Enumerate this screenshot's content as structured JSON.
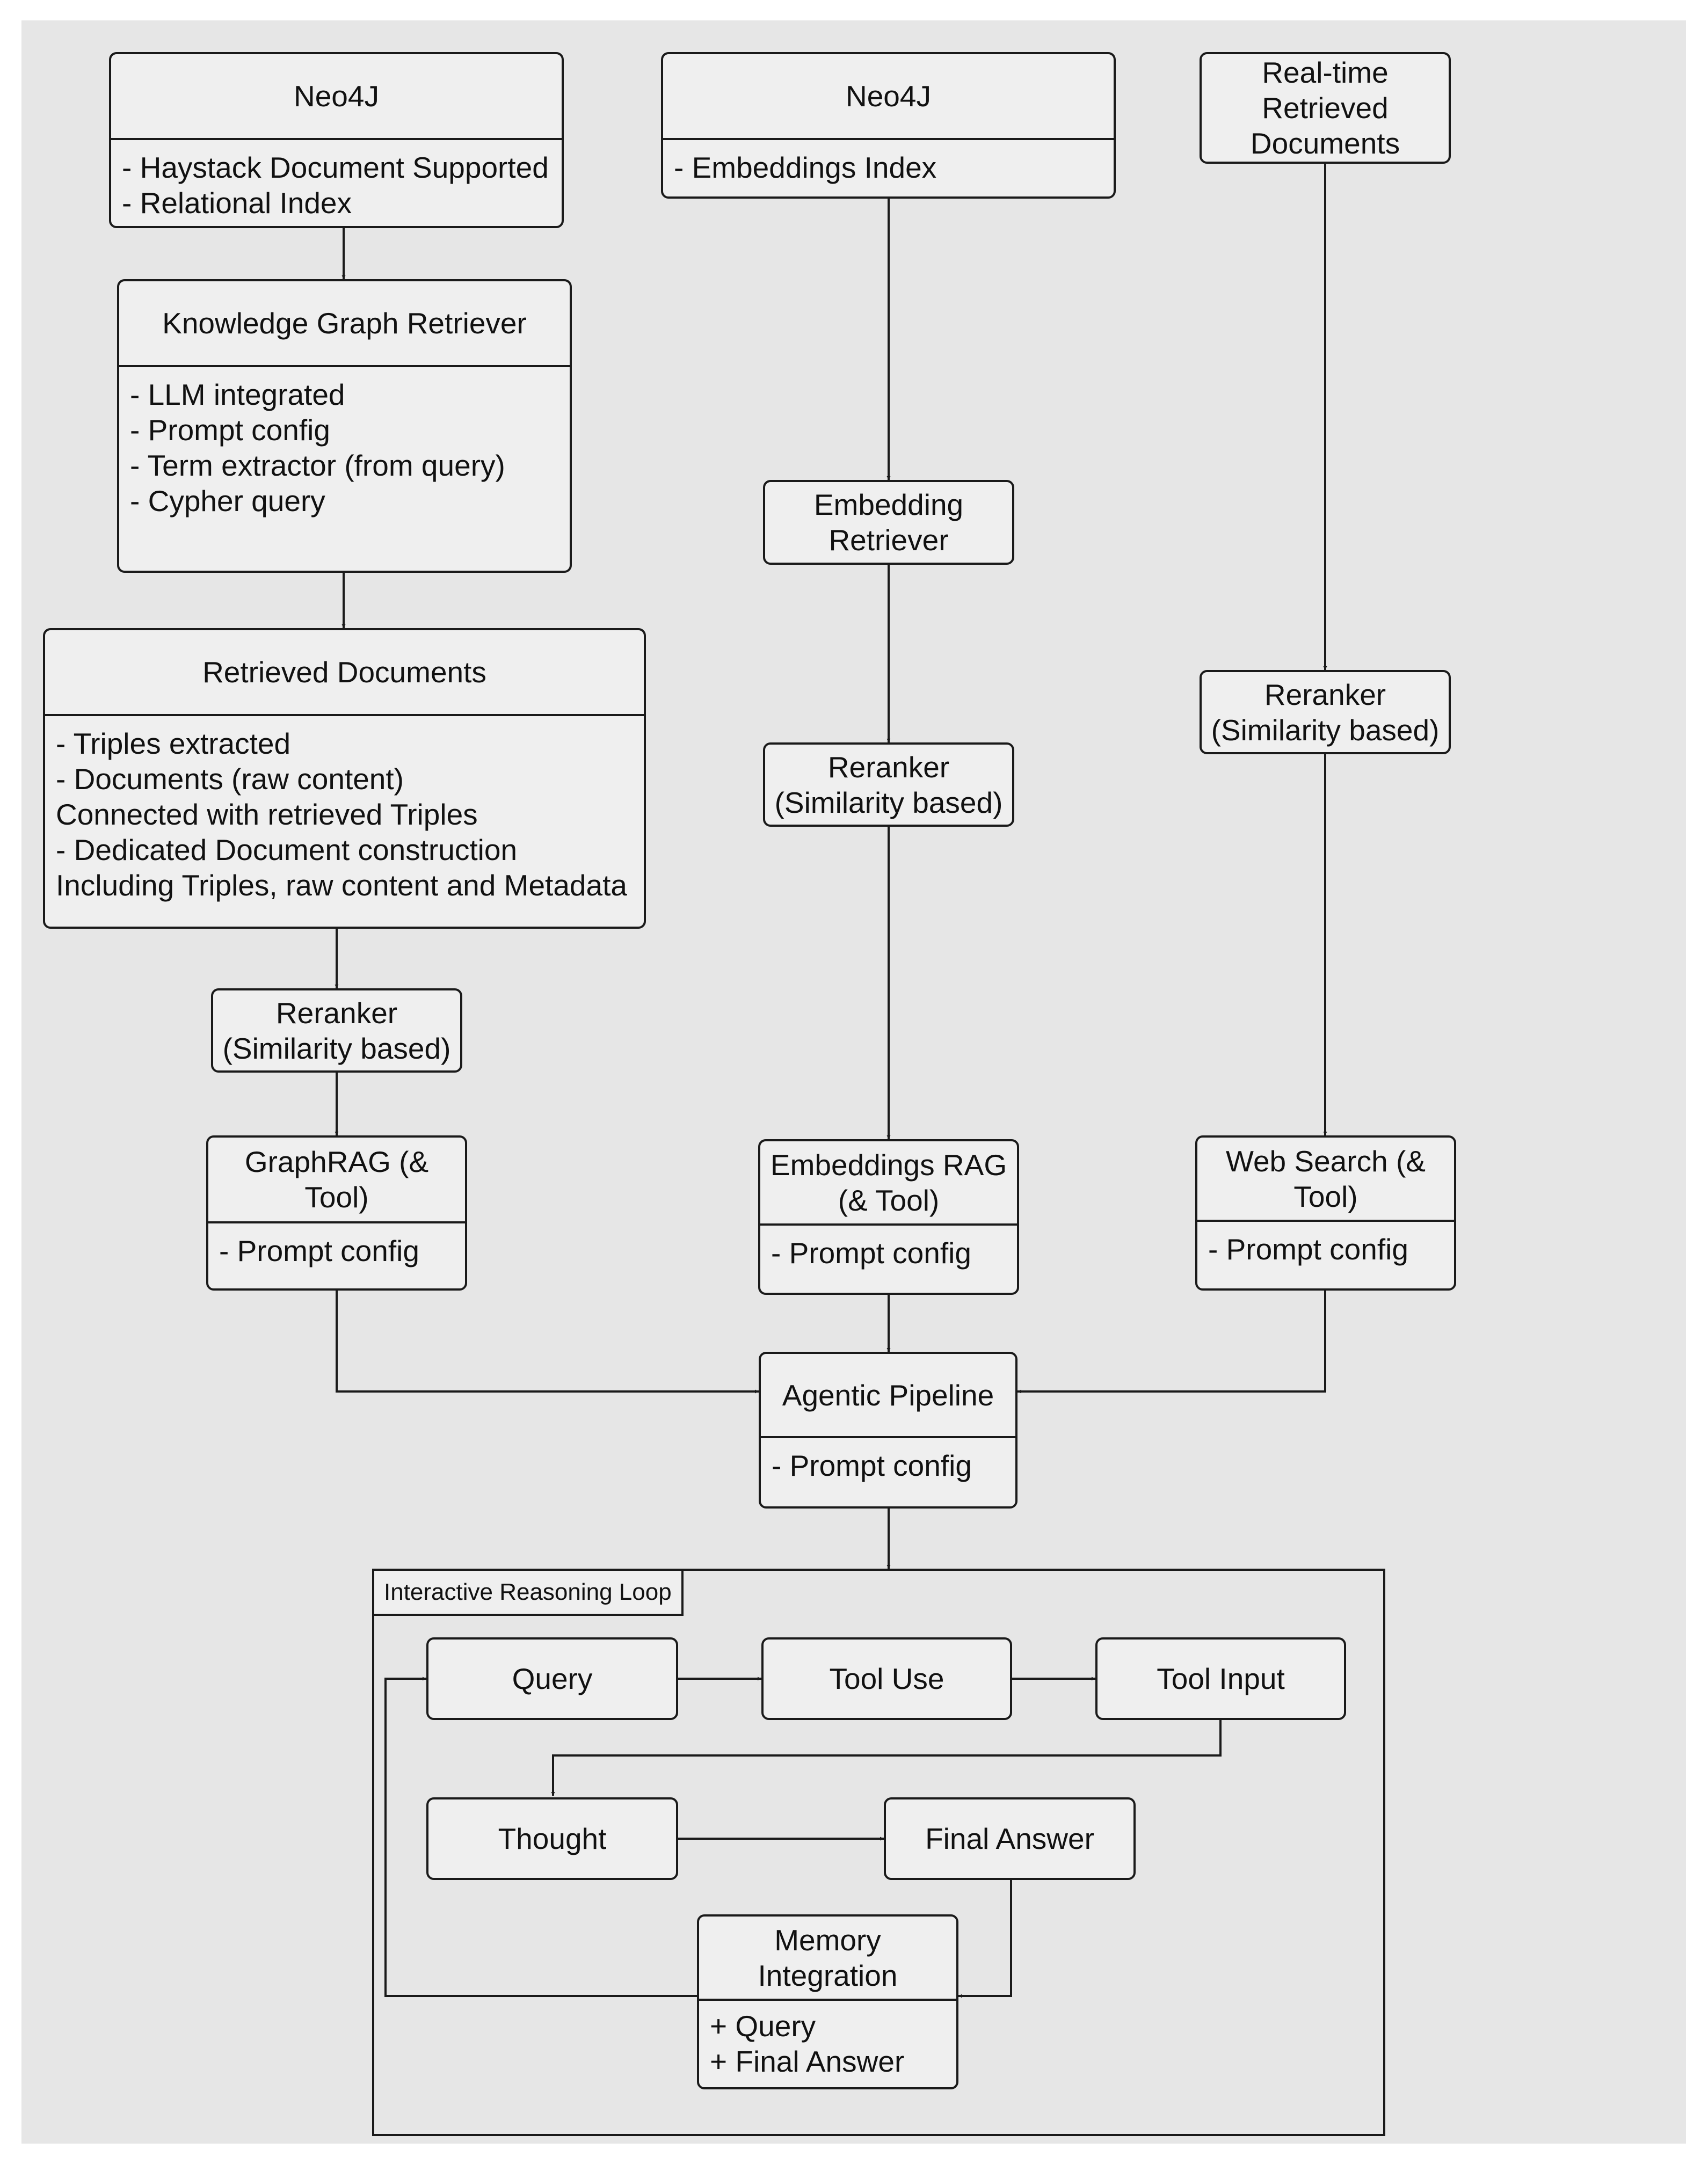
{
  "nodes": {
    "neo4j_left": {
      "title": "Neo4J",
      "items": [
        "- Haystack Document Supported",
        "- Relational Index"
      ]
    },
    "neo4j_mid": {
      "title": "Neo4J",
      "items": [
        "- Embeddings Index"
      ]
    },
    "realtime_docs": {
      "lines": [
        "Real-time",
        "Retrieved",
        "Documents"
      ]
    },
    "kg_retriever": {
      "title": "Knowledge Graph Retriever",
      "items": [
        "- LLM integrated",
        "- Prompt config",
        "- Term extractor (from query)",
        "- Cypher query"
      ]
    },
    "embedding_retriever": {
      "lines": [
        "Embedding",
        "Retriever"
      ]
    },
    "retrieved_docs": {
      "title": "Retrieved Documents",
      "items": [
        "- Triples extracted",
        "- Documents (raw content)",
        "Connected with retrieved Triples",
        "- Dedicated Document construction",
        "Including Triples, raw content and Metadata"
      ]
    },
    "reranker_left": {
      "lines": [
        "Reranker",
        "(Similarity based)"
      ]
    },
    "reranker_mid": {
      "lines": [
        "Reranker",
        "(Similarity based)"
      ]
    },
    "reranker_right": {
      "lines": [
        "Reranker",
        "(Similarity based)"
      ]
    },
    "graphrag": {
      "title": "GraphRAG (& Tool)",
      "items": [
        "- Prompt config"
      ]
    },
    "embeddings_rag": {
      "title_lines": [
        "Embeddings RAG",
        "(& Tool)"
      ],
      "items": [
        "- Prompt config"
      ]
    },
    "web_search": {
      "title_lines": [
        "Web Search (&",
        "Tool)"
      ],
      "items": [
        "- Prompt config"
      ]
    },
    "agentic_pipeline": {
      "title": "Agentic Pipeline",
      "items": [
        "- Prompt config"
      ]
    },
    "loop": {
      "label": "Interactive Reasoning Loop",
      "query": "Query",
      "tool_use": "Tool Use",
      "tool_input": "Tool Input",
      "thought": "Thought",
      "final_answer": "Final Answer",
      "memory": {
        "title": "Memory Integration",
        "items": [
          "+ Query",
          "+ Final Answer"
        ]
      }
    }
  },
  "colors": {
    "background": "#e6e6e6",
    "box_fill": "#efefef",
    "stroke": "#1a1a1a"
  }
}
